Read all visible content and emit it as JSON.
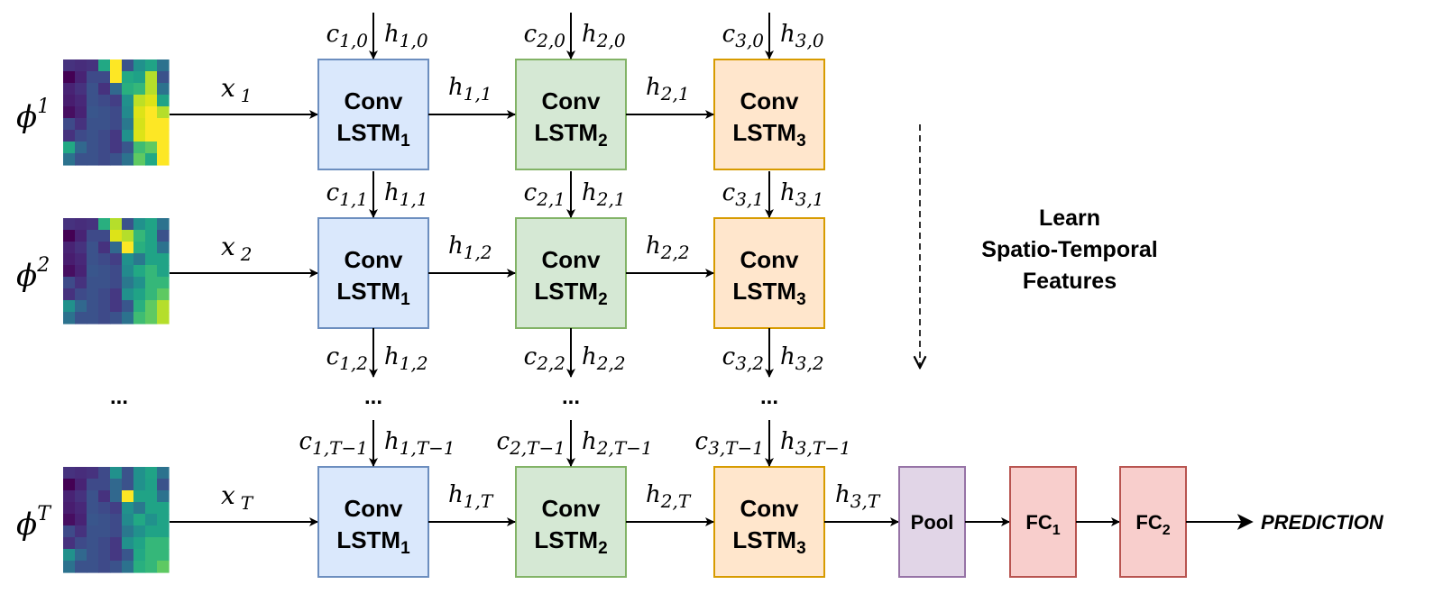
{
  "rows": [
    {
      "phi": {
        "base": "ϕ",
        "sup": "1"
      },
      "x": {
        "base": "x",
        "sub": "1"
      },
      "h_out": [
        "h|1,1",
        "h|2,1"
      ],
      "c_in": [
        "c|1,0",
        "c|2,0",
        "c|3,0"
      ],
      "h_in": [
        "h|1,0",
        "h|2,0",
        "h|3,0"
      ],
      "image": [
        [
          "#46327e",
          "#472d7b",
          "#46327e",
          "#22a884",
          "#fde725",
          "#3b528b",
          "#21918c",
          "#20a386",
          "#2c728e"
        ],
        [
          "#440154",
          "#482374",
          "#3e4a89",
          "#3e4a89",
          "#fde725",
          "#22a884",
          "#1fa187",
          "#b5de2b",
          "#3b528b"
        ],
        [
          "#482374",
          "#46327e",
          "#3b528b",
          "#46327e",
          "#31688e",
          "#29af7f",
          "#35b779",
          "#b5de2b",
          "#2c728e"
        ],
        [
          "#481d6f",
          "#482878",
          "#3b528b",
          "#3e4a89",
          "#433e85",
          "#21918c",
          "#bddf26",
          "#dde318",
          "#20a386"
        ],
        [
          "#470e61",
          "#482374",
          "#39568c",
          "#3b528b",
          "#3e4a89",
          "#238a8d",
          "#dde318",
          "#fde725",
          "#b5de2b"
        ],
        [
          "#3e4a89",
          "#46327e",
          "#3b528b",
          "#3b528b",
          "#3e4a89",
          "#2a788e",
          "#d5e21a",
          "#fde725",
          "#fde725"
        ],
        [
          "#46327e",
          "#3e4a89",
          "#3b528b",
          "#3e4a89",
          "#453882",
          "#21918c",
          "#dde318",
          "#fde725",
          "#fde725"
        ],
        [
          "#22a884",
          "#31688e",
          "#3b528b",
          "#3e4a89",
          "#453882",
          "#39568c",
          "#3fbc73",
          "#5ec962",
          "#fde725"
        ],
        [
          "#2c728e",
          "#3b528b",
          "#3b528b",
          "#3e4a89",
          "#3b528b",
          "#2c728e",
          "#5ec962",
          "#22a884",
          "#fde725"
        ]
      ]
    },
    {
      "phi": {
        "base": "ϕ",
        "sup": "2"
      },
      "x": {
        "base": "x",
        "sub": "2"
      },
      "h_out": [
        "h|1,2",
        "h|2,2"
      ],
      "c_in": [
        "c|1,1",
        "c|2,1",
        "c|3,1"
      ],
      "h_in": [
        "h|1,1",
        "h|2,1",
        "h|3,1"
      ],
      "image": [
        [
          "#46327e",
          "#472d7b",
          "#46327e",
          "#29af7f",
          "#b5de2b",
          "#3b528b",
          "#21918c",
          "#20a386",
          "#2c728e"
        ],
        [
          "#440154",
          "#482374",
          "#3e4a89",
          "#3e4a89",
          "#dde318",
          "#b5de2b",
          "#35b779",
          "#20a386",
          "#3b528b"
        ],
        [
          "#482374",
          "#46327e",
          "#3b528b",
          "#46327e",
          "#31688e",
          "#fde725",
          "#29af7f",
          "#20a386",
          "#2c728e"
        ],
        [
          "#481d6f",
          "#482878",
          "#3b528b",
          "#3e4a89",
          "#433e85",
          "#21918c",
          "#2a788e",
          "#20a386",
          "#20a386"
        ],
        [
          "#470e61",
          "#482374",
          "#39568c",
          "#3b528b",
          "#3e4a89",
          "#238a8d",
          "#22a884",
          "#35b779",
          "#20a386"
        ],
        [
          "#3e4a89",
          "#46327e",
          "#3b528b",
          "#3b528b",
          "#3e4a89",
          "#2a788e",
          "#21918c",
          "#35b779",
          "#35b779"
        ],
        [
          "#46327e",
          "#3e4a89",
          "#3b528b",
          "#3e4a89",
          "#453882",
          "#21918c",
          "#20a386",
          "#35b779",
          "#5ec962"
        ],
        [
          "#21918c",
          "#31688e",
          "#3b528b",
          "#3e4a89",
          "#453882",
          "#39568c",
          "#29af7f",
          "#5ec962",
          "#b5de2b"
        ],
        [
          "#2c728e",
          "#3b528b",
          "#3b528b",
          "#3e4a89",
          "#3b528b",
          "#2c728e",
          "#3fbc73",
          "#5ec962",
          "#b5de2b"
        ]
      ]
    },
    {
      "phi": {
        "base": "ϕ",
        "sup": "T"
      },
      "x": {
        "base": "x",
        "sub": "T"
      },
      "h_out": [
        "h|1,T",
        "h|2,T",
        "h|3,T"
      ],
      "c_in": [
        "c|1,T−1",
        "c|2,T−1",
        "c|3,T−1"
      ],
      "h_in": [
        "h|1,T−1",
        "h|2,T−1",
        "h|3,T−1"
      ],
      "image": [
        [
          "#46327e",
          "#472d7b",
          "#46327e",
          "#3e4a89",
          "#21918c",
          "#3b528b",
          "#21918c",
          "#20a386",
          "#2c728e"
        ],
        [
          "#440154",
          "#482374",
          "#3e4a89",
          "#3e4a89",
          "#31688e",
          "#3b528b",
          "#21918c",
          "#1fa187",
          "#3b528b"
        ],
        [
          "#482374",
          "#46327e",
          "#3b528b",
          "#46327e",
          "#31688e",
          "#fde725",
          "#20a386",
          "#20a386",
          "#2c728e"
        ],
        [
          "#481d6f",
          "#482878",
          "#3b528b",
          "#3e4a89",
          "#433e85",
          "#21918c",
          "#2a788e",
          "#20a386",
          "#20a386"
        ],
        [
          "#470e61",
          "#482374",
          "#39568c",
          "#3b528b",
          "#3e4a89",
          "#238a8d",
          "#22a884",
          "#21918c",
          "#20a386"
        ],
        [
          "#3e4a89",
          "#46327e",
          "#3b528b",
          "#3b528b",
          "#3e4a89",
          "#2a788e",
          "#21918c",
          "#20a386",
          "#20a386"
        ],
        [
          "#46327e",
          "#3e4a89",
          "#3b528b",
          "#3e4a89",
          "#453882",
          "#21918c",
          "#20a386",
          "#35b779",
          "#35b779"
        ],
        [
          "#21918c",
          "#31688e",
          "#3b528b",
          "#3e4a89",
          "#453882",
          "#39568c",
          "#22a884",
          "#35b779",
          "#35b779"
        ],
        [
          "#2c728e",
          "#3b528b",
          "#3b528b",
          "#3e4a89",
          "#3b528b",
          "#2c728e",
          "#29af7f",
          "#35b779",
          "#5ec962"
        ]
      ]
    }
  ],
  "between": {
    "c_out": [
      "c|1,2",
      "c|2,2",
      "c|3,2"
    ],
    "h_out": [
      "h|1,2",
      "h|2,2",
      "h|3,2"
    ]
  },
  "lstm_cells": [
    {
      "label_top": "Conv",
      "label_bottom": "LSTM",
      "subscript": "1",
      "fill": "#dae8fc",
      "stroke": "#6c8ebf"
    },
    {
      "label_top": "Conv",
      "label_bottom": "LSTM",
      "subscript": "2",
      "fill": "#d5e8d4",
      "stroke": "#82b366"
    },
    {
      "label_top": "Conv",
      "label_bottom": "LSTM",
      "subscript": "3",
      "fill": "#ffe6cc",
      "stroke": "#d79b00"
    }
  ],
  "ellipsis": "...",
  "time_arrow_label": [
    "Learn",
    "Spatio-Temporal",
    "Features"
  ],
  "head": [
    {
      "label": "Pool",
      "subscript": "",
      "fill": "#e1d5e7",
      "stroke": "#9673a6"
    },
    {
      "label": "FC",
      "subscript": "1",
      "fill": "#f8cecc",
      "stroke": "#b85450"
    },
    {
      "label": "FC",
      "subscript": "2",
      "fill": "#f8cecc",
      "stroke": "#b85450"
    }
  ],
  "output_label": "PREDICTION"
}
